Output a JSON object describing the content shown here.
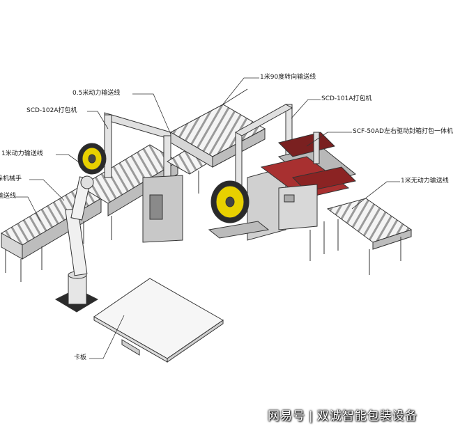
{
  "labels": {
    "turn_conveyor": "1米90度转向输送线",
    "half_power_conveyor": "0.5米动力输送线",
    "scd102a": "SCD-102A打包机",
    "scd101a": "SCD-101A打包机",
    "scf50ad": "SCF-50AD左右驱动封箱打包一体机",
    "one_m_power_conveyor": "1米动力输送线",
    "robot_arm": "码垛机械手",
    "left_conveyor": "输送线",
    "one_m_unpowered_conveyor": "1米无动力输送线",
    "pallet": "卡板"
  },
  "watermark": {
    "brand": "网易号",
    "separator": "|",
    "company": "双诚智能包装设备"
  }
}
